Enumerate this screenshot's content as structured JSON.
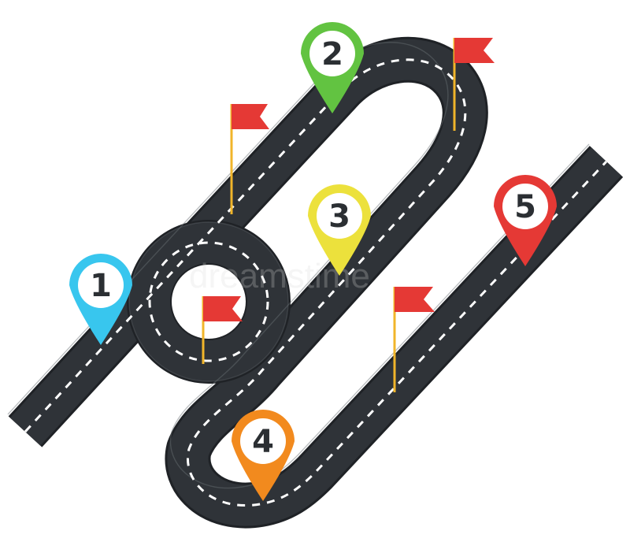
{
  "diagram": {
    "colors": {
      "road": "#2f3338",
      "road_edge": "#1f2226",
      "road_highlight": "#6b7075",
      "lane_marking": "#ffffff",
      "flag": "#e53935",
      "flag_pole": "#f1b52a",
      "background": "#ffffff"
    },
    "pins": [
      {
        "label": "1",
        "color": "#38c6ee"
      },
      {
        "label": "2",
        "color": "#62c341"
      },
      {
        "label": "3",
        "color": "#ece13c"
      },
      {
        "label": "4",
        "color": "#f28a1e"
      },
      {
        "label": "5",
        "color": "#e53935"
      }
    ],
    "flag_count": 4,
    "icons": [
      "map-pin-icon",
      "flag-icon"
    ]
  }
}
